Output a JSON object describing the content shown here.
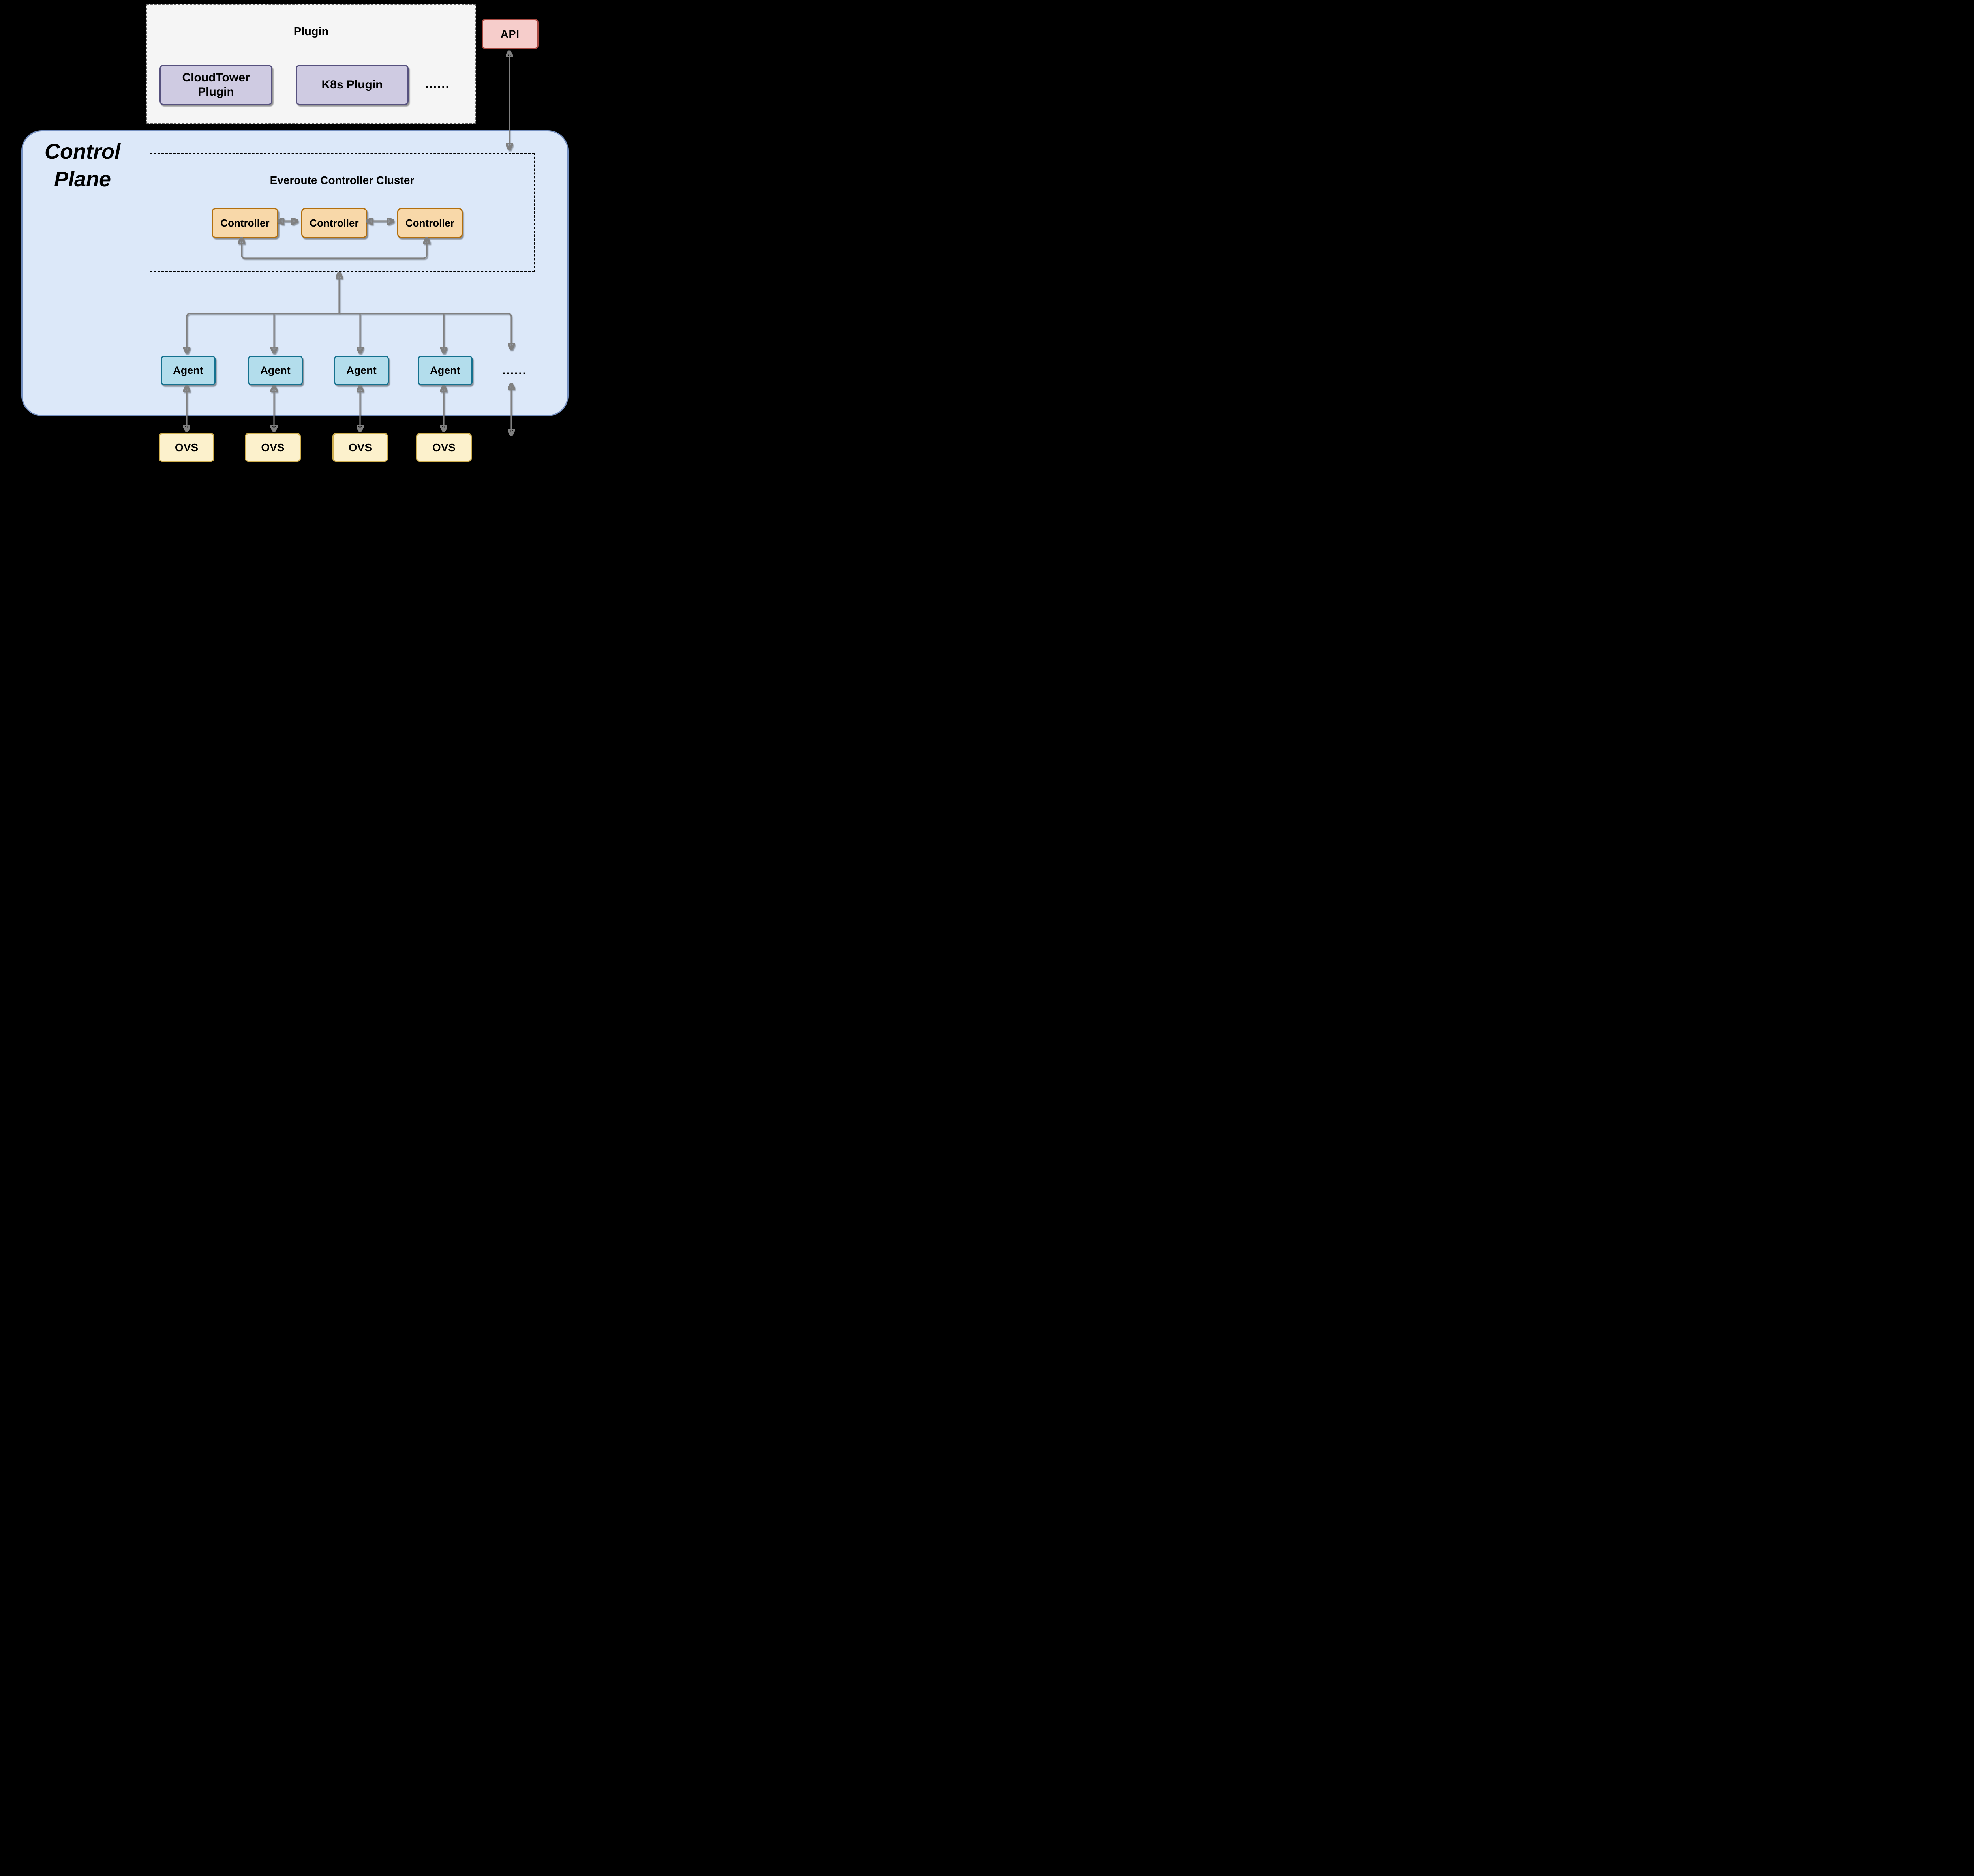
{
  "colors": {
    "background": "#000000",
    "arrow": "#808080",
    "plugin_group_fill": "#F5F5F5",
    "plugin_group_border": "#666666",
    "plugin_item_fill": "#CFCBE2",
    "plugin_item_border": "#56517E",
    "api_fill": "#F6CDCB",
    "api_border": "#A94A42",
    "control_plane_fill": "#DCE8F9",
    "control_plane_border": "#7590C1",
    "cluster_border": "#000000",
    "controller_fill": "#F8D8A9",
    "controller_border": "#B26F0E",
    "agent_fill": "#B3DDEC",
    "agent_border": "#14718F",
    "ovs_fill": "#FCF1CC",
    "ovs_border": "#D0AF4E"
  },
  "plugin_group": {
    "title": "Plugin",
    "items": [
      {
        "label": "CloudTower Plugin"
      },
      {
        "label": "K8s Plugin"
      }
    ],
    "ellipsis": "......"
  },
  "api": {
    "label": "API"
  },
  "control_plane": {
    "label_lines": [
      "Control",
      "Plane"
    ],
    "cluster": {
      "title": "Everoute Controller Cluster",
      "controllers": [
        {
          "label": "Controller"
        },
        {
          "label": "Controller"
        },
        {
          "label": "Controller"
        }
      ]
    },
    "agents": [
      {
        "label": "Agent"
      },
      {
        "label": "Agent"
      },
      {
        "label": "Agent"
      },
      {
        "label": "Agent"
      }
    ],
    "agents_ellipsis": "......"
  },
  "ovs_nodes": [
    {
      "label": "OVS"
    },
    {
      "label": "OVS"
    },
    {
      "label": "OVS"
    },
    {
      "label": "OVS"
    }
  ]
}
